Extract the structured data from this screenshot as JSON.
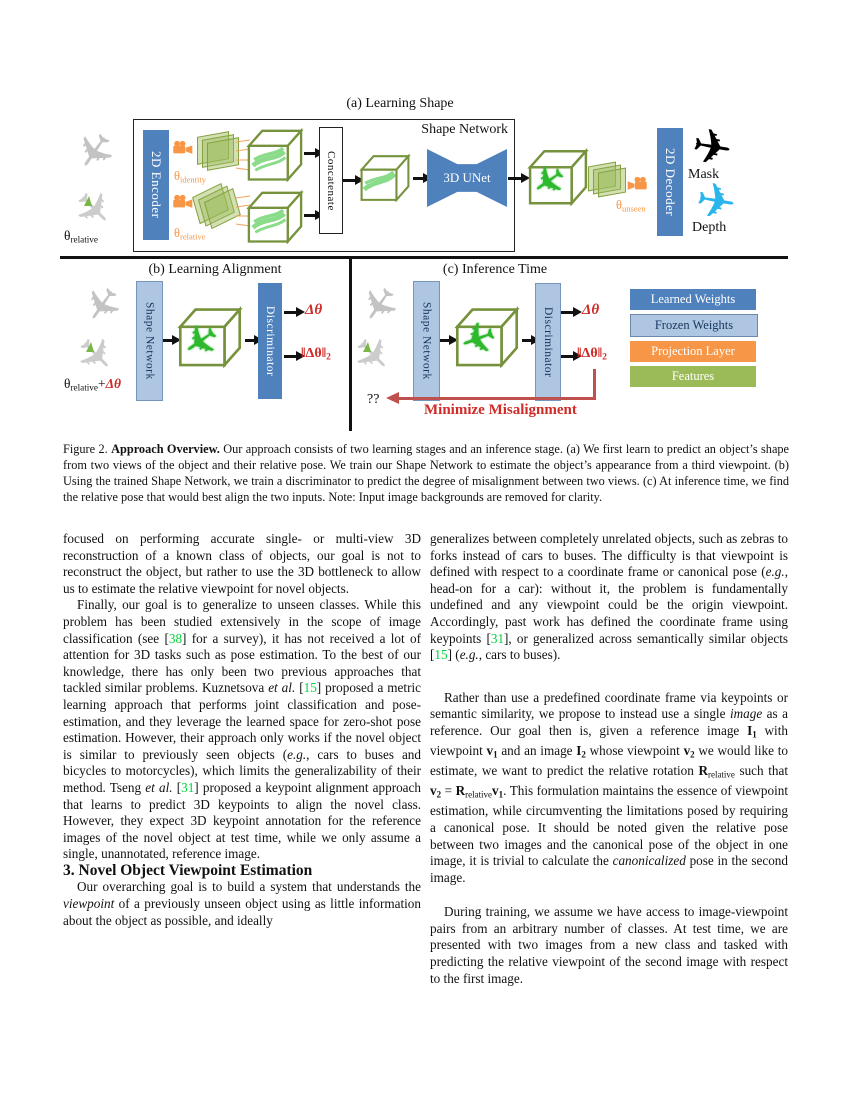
{
  "colors": {
    "learned": "#4f81bd",
    "frozen": "#aec6e2",
    "orange": "#f79646",
    "green": "#9bbb59",
    "red": "#cf2b27",
    "arrow_red": "#c0504d",
    "cite": "#00d43c",
    "navy": "#17365d",
    "cube_stroke": "#76923c",
    "feature_fill": "#9bbb59",
    "mask_black": "#000000",
    "depth_cyan": "#2ab5ec"
  },
  "icons": {
    "airplane": "✈"
  },
  "figure": {
    "panel_a": {
      "title": "(a) Learning Shape",
      "shape_network": "Shape Network",
      "encoder": "2D Encoder",
      "concatenate": "Concatenate",
      "unet": "3D UNet",
      "decoder": "2D Decoder",
      "mask": "Mask",
      "depth": "Depth",
      "theta_identity": [
        {
          "t": "θ"
        },
        {
          "t": "identity",
          "s": "sub"
        }
      ],
      "theta_relative": [
        {
          "t": "θ"
        },
        {
          "t": "relative",
          "s": "sub"
        }
      ],
      "theta_unseen": [
        {
          "t": "θ"
        },
        {
          "t": "unseen",
          "s": "sub"
        }
      ],
      "input_theta": [
        {
          "t": "θ"
        },
        {
          "t": "relative",
          "s": "sub"
        }
      ]
    },
    "panel_b": {
      "title": "(b) Learning Alignment",
      "shape_network": "Shape Network",
      "discriminator": "Discriminator",
      "delta_theta": [
        {
          "t": "Δθ",
          "s": "i"
        }
      ],
      "delta_theta_norm": [
        {
          "t": "‖Δθ‖",
          "s": ""
        },
        {
          "t": "2",
          "s": "sub"
        }
      ],
      "input_theta": [
        {
          "t": "θ"
        },
        {
          "t": "relative",
          "s": "sub"
        },
        {
          "t": "+"
        },
        {
          "t": "Δθ",
          "s": "red i b"
        }
      ]
    },
    "panel_c": {
      "title": "(c) Inference Time",
      "shape_network": "Shape Network",
      "discriminator": "Discriminator",
      "delta_theta": [
        {
          "t": "Δθ",
          "s": "i"
        }
      ],
      "delta_theta_norm": [
        {
          "t": "‖Δθ‖",
          "s": ""
        },
        {
          "t": "2",
          "s": "sub"
        }
      ],
      "unknown": "??",
      "minimize": "Minimize Misalignment"
    },
    "legend": {
      "items": [
        {
          "label": "Learned Weights",
          "color": "#4f81bd",
          "text": "#ffffff"
        },
        {
          "label": "Frozen Weights",
          "color": "#aec6e2",
          "text": "#17365d"
        },
        {
          "label": "Projection Layer",
          "color": "#f79646",
          "text": "#ffffff"
        },
        {
          "label": "Features",
          "color": "#9bbb59",
          "text": "#ffffff"
        }
      ]
    }
  },
  "caption": {
    "segments": [
      {
        "t": "Figure 2. "
      },
      {
        "t": "Approach Overview.",
        "s": "b"
      },
      {
        "t": " Our approach consists of two learning stages and an inference stage. (a) We first learn to predict an object’s shape from two views of the object and their relative pose. We train our Shape Network to estimate the object’s appearance from a third viewpoint. (b) Using the trained Shape Network, we train a discriminator to predict the degree of misalignment between two views. (c) At inference time, we find the relative pose that would best align the two inputs. Note: Input image backgrounds are removed for clarity."
      }
    ]
  },
  "body": {
    "left": {
      "para1": [
        {
          "t": "focused on performing accurate single- or multi-view 3D reconstruction of a known class of objects, our goal is not to reconstruct the object, but rather to use the 3D bottleneck to allow us to estimate the relative viewpoint for novel objects."
        }
      ],
      "para2": [
        {
          "t": "Finally, our goal is to generalize to unseen classes. While this problem has been studied extensively in the scope of image classification (see ["
        },
        {
          "t": "38",
          "s": "cite"
        },
        {
          "t": "] for a survey), it has not received a lot of attention for 3D tasks such as pose estimation. To the best of our knowledge, there has only been two previous approaches that tackled similar problems. Kuznetsova "
        },
        {
          "t": "et al.",
          "s": "i"
        },
        {
          "t": " ["
        },
        {
          "t": "15",
          "s": "cite"
        },
        {
          "t": "] proposed a metric learning approach that performs joint classification and pose-estimation, and they leverage the learned space for zero-shot pose estimation. However, their approach only works if the novel object is similar to previously seen objects ("
        },
        {
          "t": "e.g.",
          "s": "i"
        },
        {
          "t": ", cars to buses and bicycles to motorcycles), which limits the generalizability of their method. Tseng "
        },
        {
          "t": "et al.",
          "s": "i"
        },
        {
          "t": " ["
        },
        {
          "t": "31",
          "s": "cite"
        },
        {
          "t": "] proposed a keypoint alignment approach that learns to predict 3D keypoints to align the novel class. However, they expect 3D keypoint annotation for the reference images of the novel object at test time, while we only assume a single, unannotated, reference image."
        }
      ],
      "heading": "3. Novel Object Viewpoint Estimation",
      "para3": [
        {
          "t": "Our overarching goal is to build a system that understands the "
        },
        {
          "t": "viewpoint",
          "s": "i"
        },
        {
          "t": " of a previously unseen object using as little information about the object as possible, and ideally"
        }
      ]
    },
    "right": {
      "para1": [
        {
          "t": "generalizes between completely unrelated objects, such as zebras to forks instead of cars to buses. The difficulty is that viewpoint is defined with respect to a coordinate frame or canonical pose ("
        },
        {
          "t": "e.g.",
          "s": "i"
        },
        {
          "t": ", head-on for a car): without it, the problem is fundamentally undefined and any viewpoint could be the origin viewpoint. Accordingly, past work has defined the coordinate frame using keypoints ["
        },
        {
          "t": "31",
          "s": "cite"
        },
        {
          "t": "], or generalized across semantically similar objects ["
        },
        {
          "t": "15",
          "s": "cite"
        },
        {
          "t": "] ("
        },
        {
          "t": "e.g.",
          "s": "i"
        },
        {
          "t": ", cars to buses)."
        }
      ],
      "para2": [
        {
          "t": "Rather than use a predefined coordinate frame via keypoints or semantic similarity, we propose to instead use a single "
        },
        {
          "t": "image",
          "s": "i"
        },
        {
          "t": " as a reference. Our goal then is, given a reference image "
        },
        {
          "t": "I",
          "s": "bm"
        },
        {
          "t": "1",
          "s": "bm sub"
        },
        {
          "t": " with viewpoint "
        },
        {
          "t": "v",
          "s": "bm"
        },
        {
          "t": "1",
          "s": "bm sub"
        },
        {
          "t": " and an image "
        },
        {
          "t": "I",
          "s": "bm"
        },
        {
          "t": "2",
          "s": "bm sub"
        },
        {
          "t": " whose viewpoint "
        },
        {
          "t": "v",
          "s": "bm"
        },
        {
          "t": "2",
          "s": "bm sub"
        },
        {
          "t": " we would like to estimate, we want to predict the relative rotation "
        },
        {
          "t": "R",
          "s": "bm"
        },
        {
          "t": "relative",
          "s": "sub"
        },
        {
          "t": " such that "
        },
        {
          "t": "v",
          "s": "bm"
        },
        {
          "t": "2",
          "s": "bm sub"
        },
        {
          "t": " = "
        },
        {
          "t": "R",
          "s": "bm"
        },
        {
          "t": "relative",
          "s": "sub"
        },
        {
          "t": "v",
          "s": "bm"
        },
        {
          "t": "1",
          "s": "bm sub"
        },
        {
          "t": ". This formulation maintains the essence of viewpoint estimation, while circumventing the limitations posed by requiring a canonical pose. It should be noted given the relative pose between two images and the canonical pose of the object in one image, it is trivial to calculate the "
        },
        {
          "t": "canonicalized",
          "s": "i"
        },
        {
          "t": " pose in the second image."
        }
      ],
      "para3": [
        {
          "t": "During training, we assume we have access to image-viewpoint pairs from an arbitrary number of classes. At test time, we are presented with two images from a new class and tasked with predicting the relative viewpoint of the second image with respect to the first image."
        }
      ]
    }
  }
}
